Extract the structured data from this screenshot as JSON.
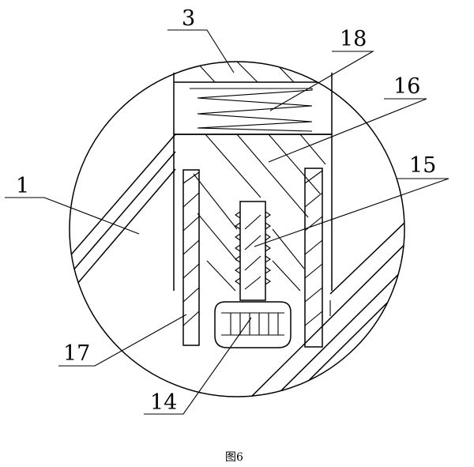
{
  "labels": {
    "l1": "1",
    "l3": "3",
    "l14": "14",
    "l15": "15",
    "l16": "16",
    "l17": "17",
    "l18": "18"
  },
  "caption": "图6"
}
